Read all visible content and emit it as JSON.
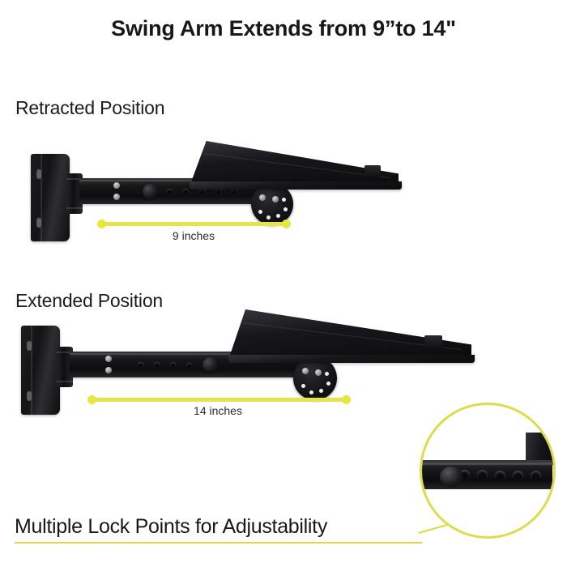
{
  "page": {
    "background_color": "#ffffff",
    "accent_color": "#e5e44a",
    "text_color": "#17181a"
  },
  "header": {
    "title": "Swing Arm Extends from 9”to 14\""
  },
  "sections": [
    {
      "id": "retracted",
      "label": "Retracted Position",
      "dimension_label": "9 inches",
      "dimension_value": 9,
      "dimension_unit": "inches"
    },
    {
      "id": "extended",
      "label": "Extended Position",
      "dimension_label": "14 inches",
      "dimension_value": 14,
      "dimension_unit": "inches"
    }
  ],
  "callout": {
    "caption": "Multiple Lock Points for Adjustability",
    "border_color": "#dcdc4c",
    "underline_color": "#d9d949"
  },
  "icons": {
    "dimension_dot": "dimension-endpoint-dot",
    "lock_hole": "lock-hole",
    "adjust_knob": "adjustment-knob"
  }
}
